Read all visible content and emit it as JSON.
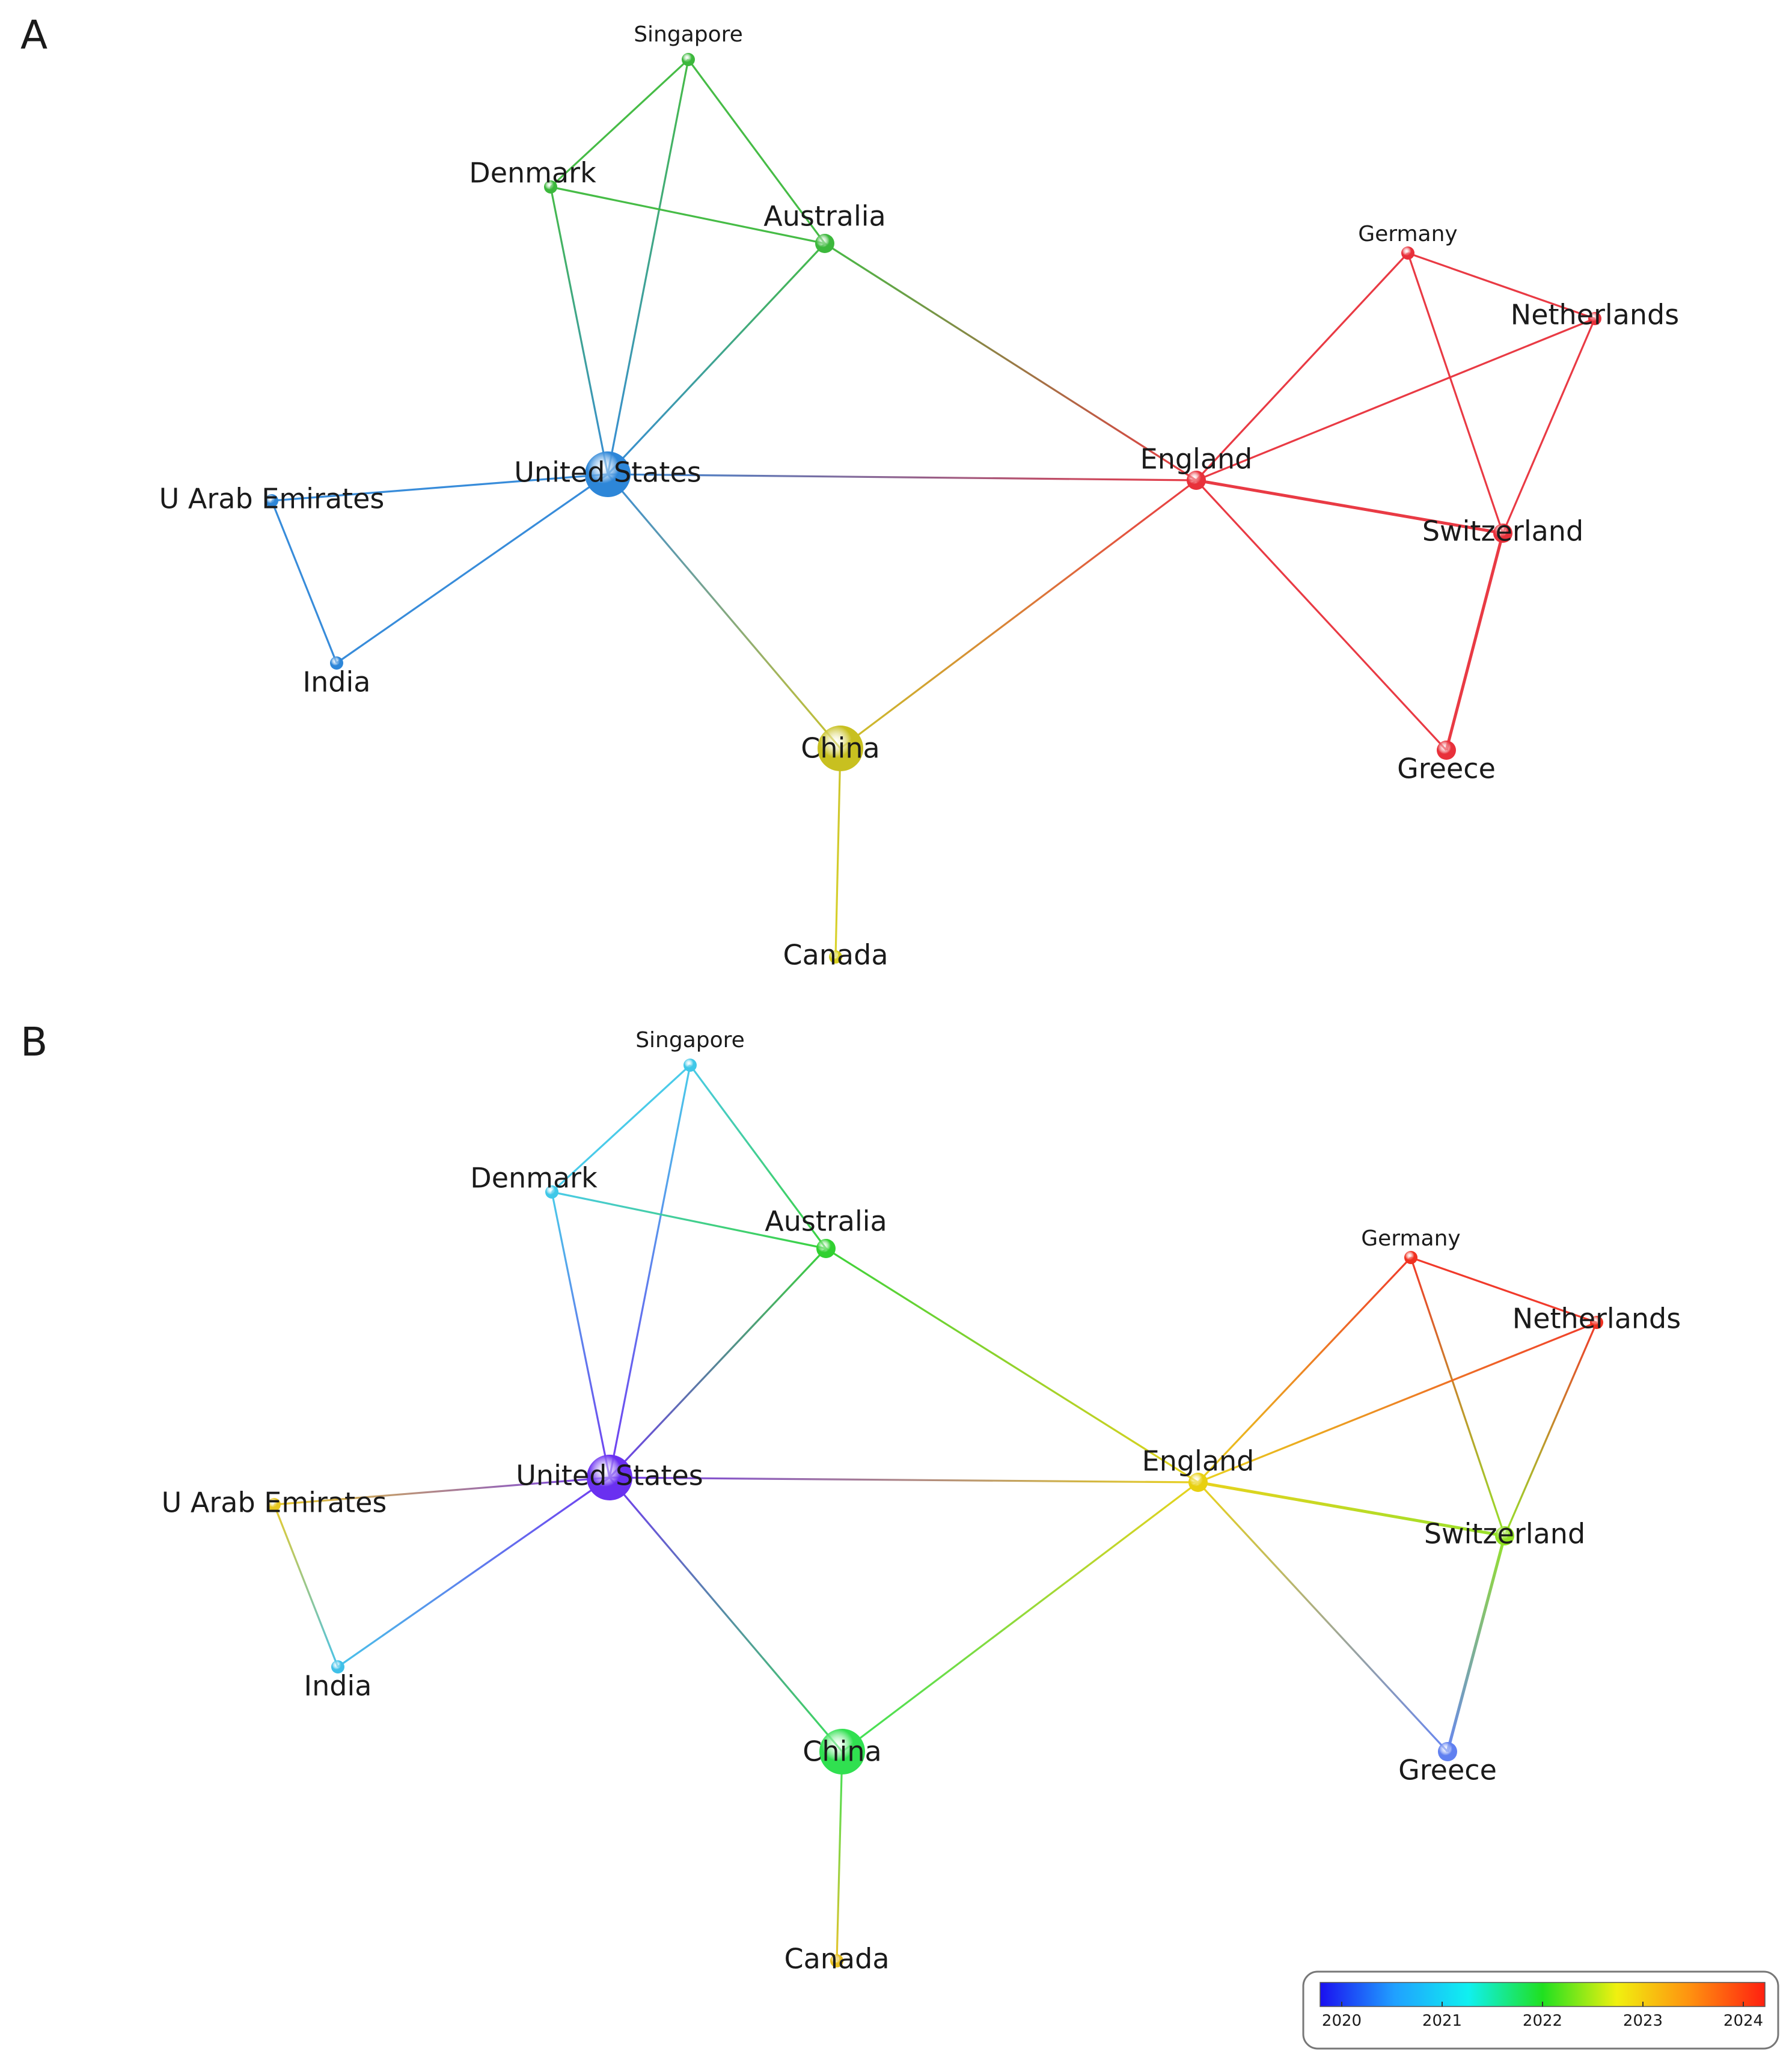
{
  "panels": [
    {
      "letter": "A",
      "nodes": [
        {
          "id": "singapore",
          "label": "Singapore",
          "color": "#3cb83c",
          "size": "small"
        },
        {
          "id": "denmark",
          "label": "Denmark",
          "color": "#3cb83c",
          "size": "small"
        },
        {
          "id": "australia",
          "label": "Australia",
          "color": "#3cb83c",
          "size": "medium"
        },
        {
          "id": "germany",
          "label": "Germany",
          "color": "#e8303a",
          "size": "small"
        },
        {
          "id": "netherlands",
          "label": "Netherlands",
          "color": "#e8303a",
          "size": "small"
        },
        {
          "id": "united-states",
          "label": "United States",
          "color": "#2d86d8",
          "size": "large"
        },
        {
          "id": "u-arab-emirates",
          "label": "U Arab Emirates",
          "color": "#2d86d8",
          "size": "small"
        },
        {
          "id": "england",
          "label": "England",
          "color": "#e8303a",
          "size": "medium"
        },
        {
          "id": "switzerland",
          "label": "Switzerland",
          "color": "#e8303a",
          "size": "medium"
        },
        {
          "id": "india",
          "label": "India",
          "color": "#2d86d8",
          "size": "small"
        },
        {
          "id": "china",
          "label": "China",
          "color": "#c8c020",
          "size": "large"
        },
        {
          "id": "greece",
          "label": "Greece",
          "color": "#e8303a",
          "size": "medium"
        },
        {
          "id": "canada",
          "label": "Canada",
          "color": "#d8d020",
          "size": "small"
        }
      ]
    },
    {
      "letter": "B",
      "nodes": [
        {
          "id": "singapore",
          "label": "Singapore",
          "color": "#40c8e8",
          "size": "small"
        },
        {
          "id": "denmark",
          "label": "Denmark",
          "color": "#40c8e8",
          "size": "small"
        },
        {
          "id": "australia",
          "label": "Australia",
          "color": "#30d030",
          "size": "medium"
        },
        {
          "id": "germany",
          "label": "Germany",
          "color": "#f03020",
          "size": "small"
        },
        {
          "id": "netherlands",
          "label": "Netherlands",
          "color": "#f03020",
          "size": "small"
        },
        {
          "id": "united-states",
          "label": "United States",
          "color": "#6a30f0",
          "size": "large"
        },
        {
          "id": "u-arab-emirates",
          "label": "U Arab Emirates",
          "color": "#e8c820",
          "size": "small"
        },
        {
          "id": "england",
          "label": "England",
          "color": "#e8d010",
          "size": "medium"
        },
        {
          "id": "switzerland",
          "label": "Switzerland",
          "color": "#90e020",
          "size": "medium"
        },
        {
          "id": "india",
          "label": "India",
          "color": "#40c0e8",
          "size": "small"
        },
        {
          "id": "china",
          "label": "China",
          "color": "#30e050",
          "size": "large"
        },
        {
          "id": "greece",
          "label": "Greece",
          "color": "#6080f0",
          "size": "medium"
        },
        {
          "id": "canada",
          "label": "Canada",
          "color": "#e8c020",
          "size": "small"
        }
      ]
    }
  ],
  "edges": [
    [
      "singapore",
      "denmark"
    ],
    [
      "singapore",
      "australia"
    ],
    [
      "singapore",
      "united-states"
    ],
    [
      "denmark",
      "australia"
    ],
    [
      "denmark",
      "united-states"
    ],
    [
      "australia",
      "united-states"
    ],
    [
      "australia",
      "england"
    ],
    [
      "germany",
      "netherlands"
    ],
    [
      "germany",
      "england"
    ],
    [
      "germany",
      "switzerland"
    ],
    [
      "netherlands",
      "england"
    ],
    [
      "netherlands",
      "switzerland"
    ],
    [
      "united-states",
      "u-arab-emirates"
    ],
    [
      "united-states",
      "india"
    ],
    [
      "united-states",
      "england"
    ],
    [
      "united-states",
      "china"
    ],
    [
      "u-arab-emirates",
      "india"
    ],
    [
      "england",
      "switzerland"
    ],
    [
      "england",
      "greece"
    ],
    [
      "england",
      "china"
    ],
    [
      "switzerland",
      "greece"
    ],
    [
      "china",
      "canada"
    ]
  ],
  "legend": {
    "tick_labels": [
      "2020",
      "2021",
      "2022",
      "2023",
      "2024"
    ],
    "gradient_colors": [
      "#1a10f0",
      "#20a0ff",
      "#10f0f0",
      "#20e020",
      "#f0f010",
      "#ff9010",
      "#ff2010"
    ]
  }
}
